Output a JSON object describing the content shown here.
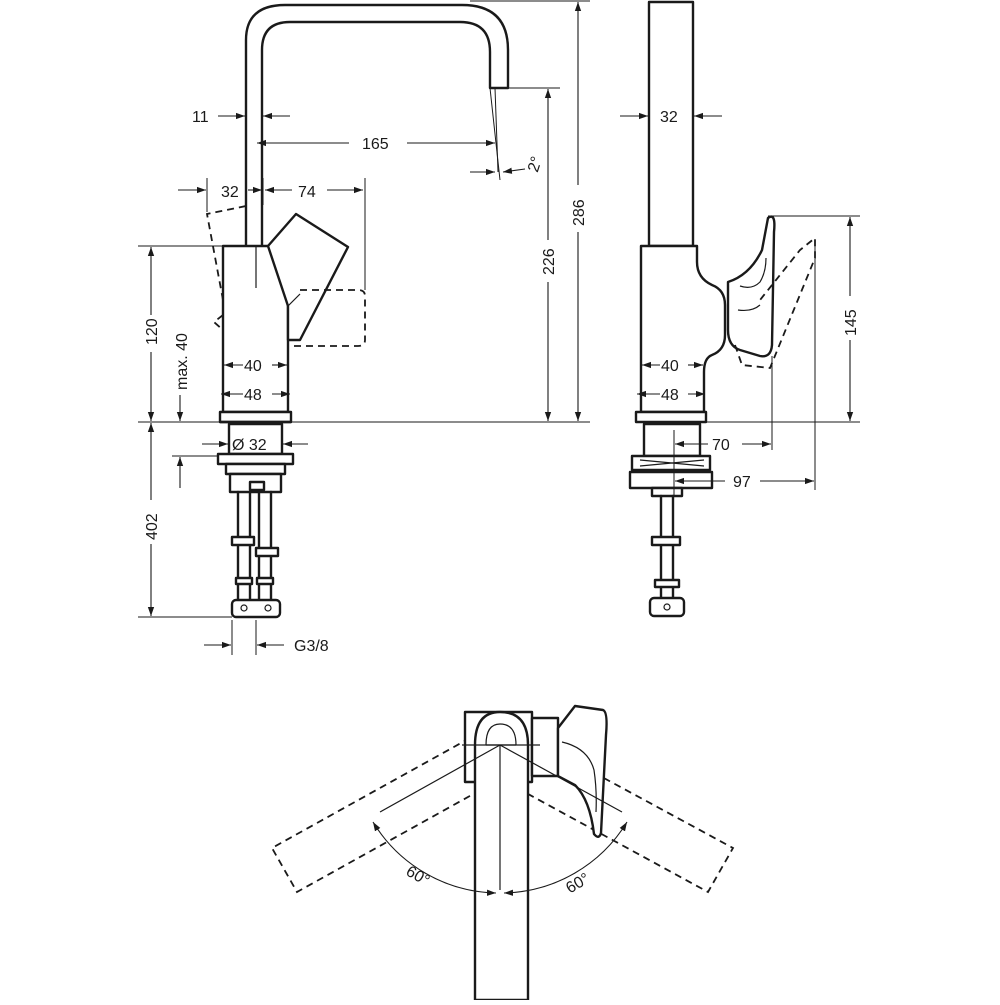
{
  "dimensions": {
    "d11": "11",
    "d165": "165",
    "d2deg": "2°",
    "d32_lever": "32",
    "d74": "74",
    "d120": "120",
    "dmax40": "max. 40",
    "d40_front": "40",
    "d48_front": "48",
    "d_dia32": "Ø 32",
    "d226": "226",
    "d286": "286",
    "d402": "402",
    "dG38": "G3/8",
    "d32_side": "32",
    "d40_side": "40",
    "d48_side": "48",
    "d145": "145",
    "d70": "70",
    "d97": "97",
    "d60_left": "60°",
    "d60_right": "60°"
  },
  "colors": {
    "line": "#1a1a1a",
    "background": "#ffffff"
  }
}
